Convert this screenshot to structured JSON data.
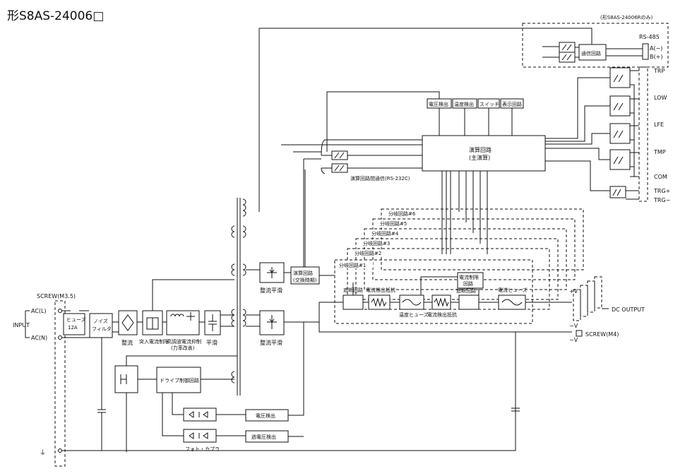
{
  "title": "形S8AS-24006□",
  "note_top_right": "(形S8AS-24006Rのみ)",
  "rs485": {
    "label": "RS-485",
    "a": "A(−)",
    "b": "B(+)"
  },
  "comm_circuit": "通信回路",
  "outputs": {
    "trp": "TRP",
    "low": "LOW",
    "lfe": "LFE",
    "tmp": "TMP",
    "com": "COM",
    "trg_plus": "TRG+",
    "trg_minus": "TRG−"
  },
  "top_blocks": {
    "voltage_detect": "電圧検出",
    "temp_detect": "温度検出",
    "switch": "スイッチ",
    "display": "表示回路"
  },
  "main_logic": {
    "line1": "演算回路",
    "line2": "(主演算)"
  },
  "rs232c_label": "演算回路間通信(RS-232C)",
  "branches": [
    "分岐回路#6",
    "分岐回路#5",
    "分岐回路#4",
    "分岐回路#3",
    "分岐回路#2",
    "分岐回路#1"
  ],
  "branch_parts": {
    "cutoff1": "遮断回路",
    "current_res1": "電流検出抵抗",
    "temp_fuse": "温度ヒューズ",
    "current_res2": "電流検出抵抗",
    "current_limit_line1": "電流制限",
    "current_limit_line2": "回路",
    "cutoff2": "遮断回路",
    "current_fuse": "電流ヒューズ"
  },
  "calc_aux": {
    "line1": "演算回路",
    "line2": "(交換時期)"
  },
  "rect_smooth_upper": "整流平滑",
  "rect_smooth_lower": "整流平滑",
  "screw_m35": "SCREW(M3.5)",
  "input_label": "INPUT",
  "ac_l": "AC(L)",
  "ac_n": "AC(N)",
  "fuse": {
    "line1": "ヒューズ",
    "line2": "12A"
  },
  "noise_filter": {
    "line1": "ノイズ",
    "line2": "フィルタ"
  },
  "rectify": "整流",
  "inrush": "突入電流制限",
  "pfc": {
    "line1": "高調波電流抑制",
    "line2": "(力率改善)"
  },
  "smoothing": "平滑",
  "drive_control": "ドライブ制御回路",
  "voltage_detect_bottom": "電圧検出",
  "overvoltage_detect": "過電圧検出",
  "photocoupler": "フォト・カプラ",
  "dc_output": "DC OUTPUT",
  "plus_v": "+V",
  "minus_v1": "−V",
  "minus_v2": "−V",
  "screw_m4": "SCREW(M4)",
  "ground_symbol": "⏚"
}
